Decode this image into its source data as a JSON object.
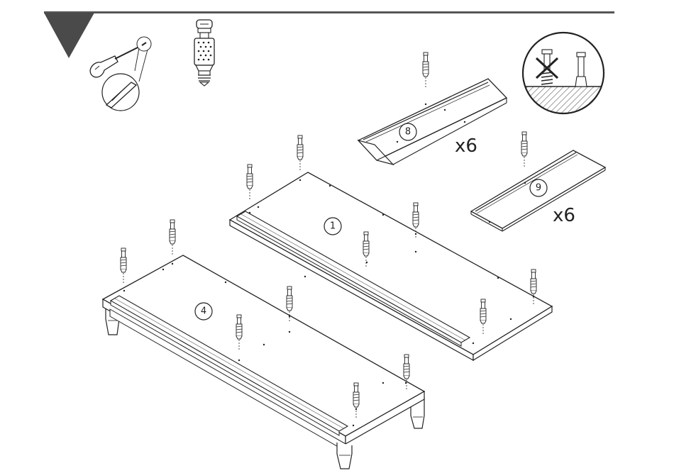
{
  "header": {
    "rule_color": "#555555",
    "marker_color": "#4a4a4a"
  },
  "tools": {
    "tool": "screwdriver-icon",
    "fastener": "cam-dowel-icon",
    "warning": "no-overtighten-icon"
  },
  "panels": {
    "panel_1": {
      "number": "1"
    },
    "panel_4": {
      "number": "4"
    },
    "panel_8": {
      "number": "8",
      "quantity": "x6"
    },
    "panel_9": {
      "number": "9",
      "quantity": "x6"
    }
  }
}
